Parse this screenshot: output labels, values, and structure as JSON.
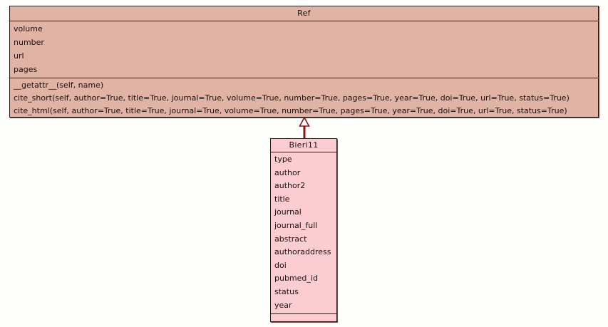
{
  "diagram": {
    "kind": "uml-class-diagram",
    "background_color": "#fefefc",
    "relationship": {
      "name": "generalization",
      "type": "inheritance",
      "from": "Bieri11",
      "to": "Ref",
      "line_color": "#8b1616",
      "arrowhead": "hollow-triangle"
    }
  },
  "classes": {
    "ref": {
      "name": "Ref",
      "fill_color": "#e0b3a5",
      "border_color": "#2b1c19",
      "attributes": [
        "volume",
        "number",
        "url",
        "pages"
      ],
      "methods": [
        "__getattr__(self, name)",
        "cite_short(self, author=True, title=True, journal=True, volume=True, number=True, pages=True, year=True, doi=True, url=True, status=True)",
        "cite_html(self, author=True, title=True, journal=True, volume=True, number=True, pages=True, year=True, doi=True, url=True, status=True)"
      ]
    },
    "bieri11": {
      "name": "Bieri11",
      "fill_color": "#fbccd2",
      "border_color": "#2b1c19",
      "attributes": [
        "type",
        "author",
        "author2",
        "title",
        "journal",
        "journal_full",
        "abstract",
        "authoraddress",
        "doi",
        "pubmed_id",
        "status",
        "year"
      ],
      "methods": []
    }
  }
}
